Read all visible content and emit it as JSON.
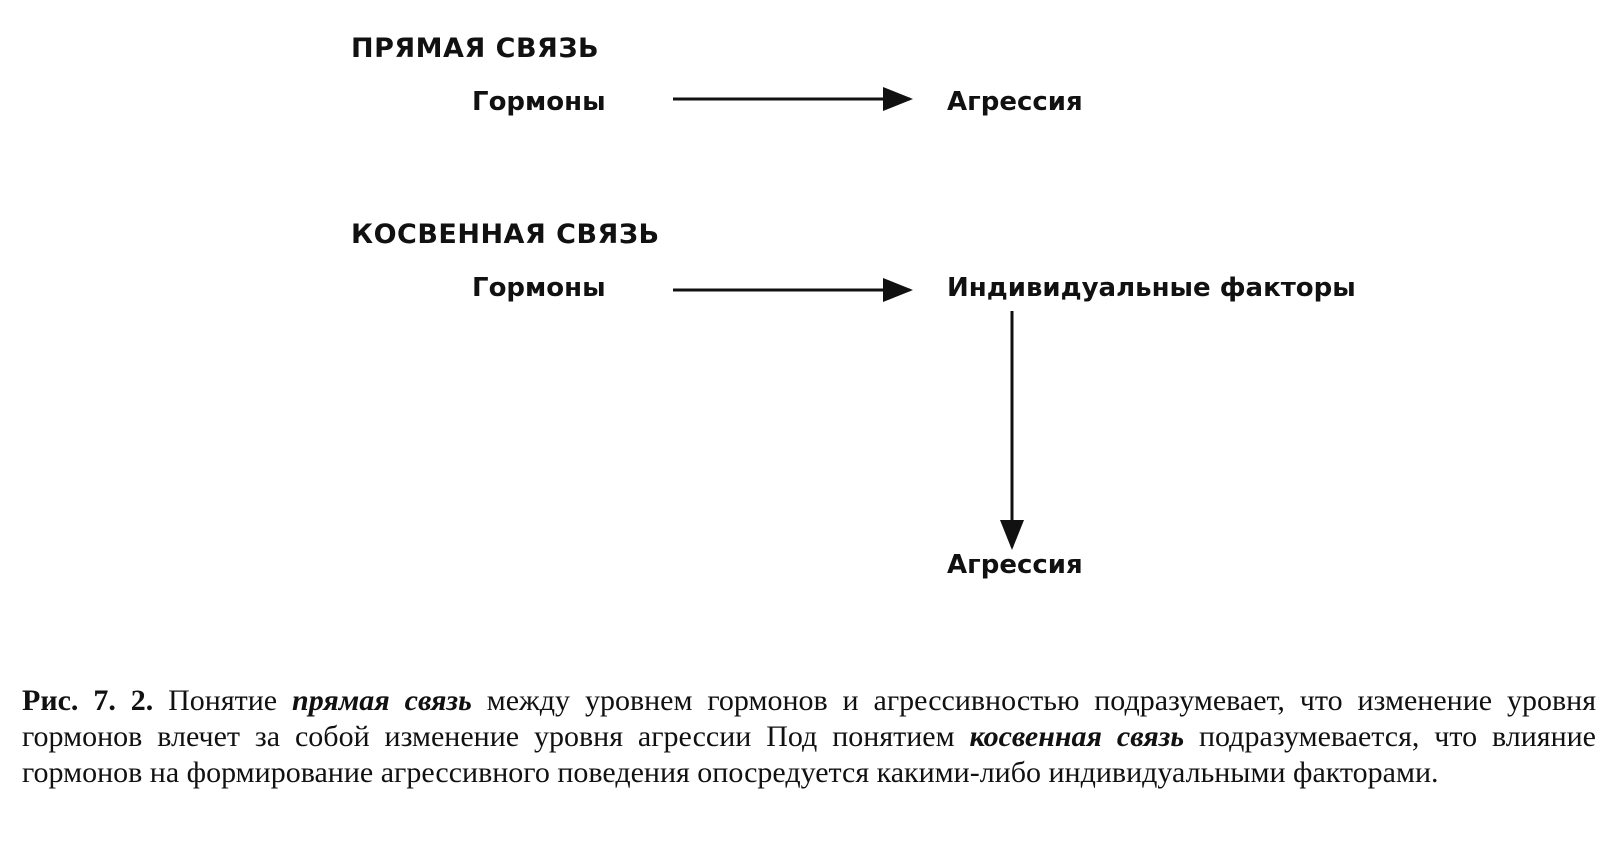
{
  "direct": {
    "title": "ПРЯМАЯ СВЯЗЬ",
    "source": "Гормоны",
    "target": "Агрессия"
  },
  "indirect": {
    "title": "КОСВЕННАЯ СВЯЗЬ",
    "source": "Гормоны",
    "mediator": "Индивидуальные факторы",
    "target": "Агрессия"
  },
  "caption": {
    "label": "Рис. 7. 2.",
    "text_1": " Понятие ",
    "term_direct": "прямая связь",
    "text_2": " между уровнем гормонов и агрессивностью подразумевает, что изменение уровня гормонов влечет за собой изменение уровня агрессии  Под понятием ",
    "term_indirect": "косвенная связь",
    "text_3": " подразумевается, что влияние гормонов на формирование агрессивного поведения опосредуется какими-либо индивидуальными факторами."
  }
}
